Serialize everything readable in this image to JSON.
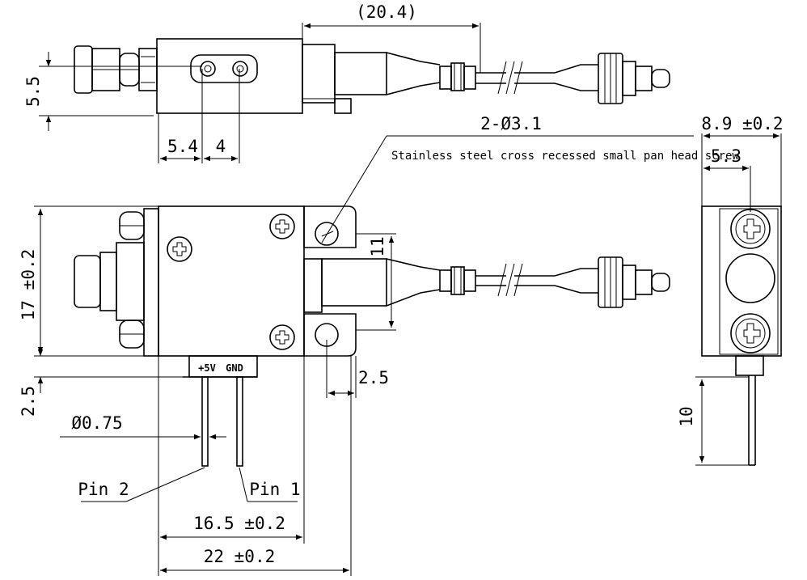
{
  "top_view": {
    "dim_overall_fiber": "(20.4)",
    "dim_height": "5.5",
    "dim_pitch_a": "5.4",
    "dim_pitch_b": "4"
  },
  "front_view": {
    "screw_callout": "2-Ø3.1",
    "screw_note": "Stainless steel cross recessed small pan head screw",
    "dim_height": "17 ±0.2",
    "dim_pin_offset": "2.5",
    "dim_pin_dia": "Ø0.75",
    "dim_hole_offset": "2.5",
    "dim_hole_spacing": "11",
    "dim_inner_width": "16.5 ±0.2",
    "dim_overall_width": "22 ±0.2",
    "pin_label_plus5v": "+5V",
    "pin_label_gnd": "GND",
    "pin2_label": "Pin 2",
    "pin1_label": "Pin 1"
  },
  "side_view": {
    "dim_width": "8.9 ±0.2",
    "dim_inner": "5.3",
    "dim_pin_length": "10"
  }
}
